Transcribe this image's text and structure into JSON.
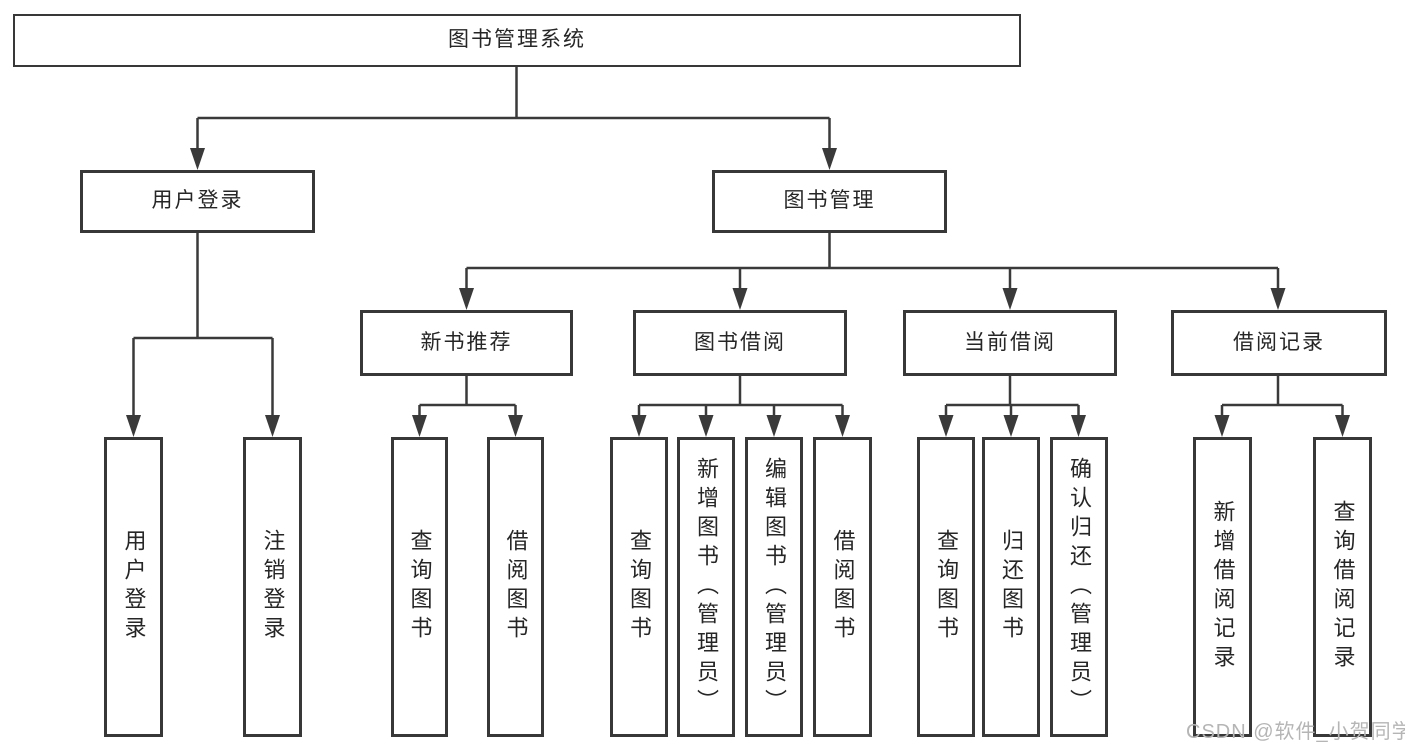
{
  "diagram": {
    "title": "图书管理系统",
    "branches": [
      {
        "label": "用户登录",
        "children": [
          {
            "label": "用户登录"
          },
          {
            "label": "注销登录"
          }
        ]
      },
      {
        "label": "图书管理",
        "sections": [
          {
            "label": "新书推荐",
            "children": [
              {
                "label": "查询图书"
              },
              {
                "label": "借阅图书"
              }
            ]
          },
          {
            "label": "图书借阅",
            "children": [
              {
                "label": "查询图书"
              },
              {
                "label": "新增图书（管理员）"
              },
              {
                "label": "编辑图书（管理员）"
              },
              {
                "label": "借阅图书"
              }
            ]
          },
          {
            "label": "当前借阅",
            "children": [
              {
                "label": "查询图书"
              },
              {
                "label": "归还图书"
              },
              {
                "label": "确认归还（管理员）"
              }
            ]
          },
          {
            "label": "借阅记录",
            "children": [
              {
                "label": "新增借阅记录"
              },
              {
                "label": "查询借阅记录"
              }
            ]
          }
        ]
      }
    ]
  },
  "watermark": {
    "text": "CSDN @软件_小贺同学"
  },
  "colors": {
    "line": "#3a3a3a",
    "box_border": "#383838",
    "text": "#262626",
    "watermark": "#b5b5b5",
    "background": "#ffffff"
  }
}
